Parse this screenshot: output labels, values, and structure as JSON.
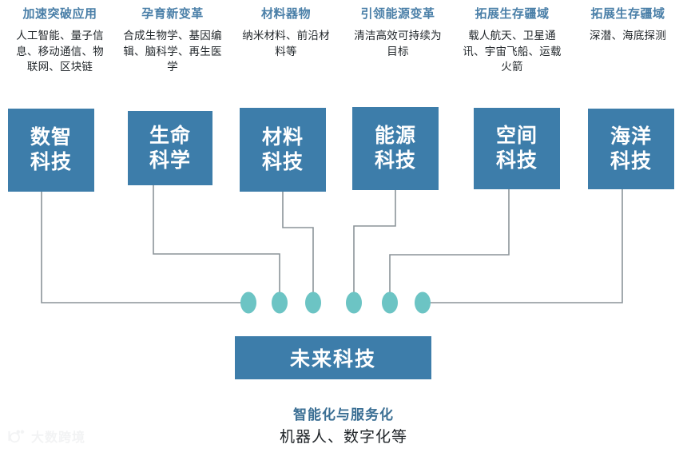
{
  "diagram": {
    "columns": [
      {
        "title": "加速突破应用",
        "desc": "人工智能、量子信息、移动通信、物联网、区块链",
        "pillar": [
          "数智",
          "科技"
        ]
      },
      {
        "title": "孕育新变革",
        "desc": "合成生物学、基因编辑、脑科学、再生医学",
        "pillar": [
          "生命",
          "科学"
        ]
      },
      {
        "title": "材料器物",
        "desc": "纳米材料、前沿材料等",
        "pillar": [
          "材料",
          "科技"
        ]
      },
      {
        "title": "引领能源变革",
        "desc": "清洁高效可持续为目标",
        "pillar": [
          "能源",
          "科技"
        ]
      },
      {
        "title": "拓展生存疆域",
        "desc": "载人航天、卫星通讯、宇宙飞船、运载火箭",
        "pillar": [
          "空间",
          "科技"
        ]
      },
      {
        "title": "拓展生存疆域",
        "desc": "深潜、海底探测",
        "pillar": [
          "海洋",
          "科技"
        ]
      }
    ],
    "hub": {
      "label": "未来科技",
      "subtitle": "智能化与服务化",
      "description": "机器人、数字化等",
      "node_count": 6
    },
    "watermark": {
      "text": "大数跨境"
    },
    "colors": {
      "pillar_blue": "#3d7daa",
      "header_blue": "#4a7fa8",
      "node_teal": "#6cc4c4",
      "wire_gray": "#8c9499",
      "background": "#ffffff"
    }
  }
}
